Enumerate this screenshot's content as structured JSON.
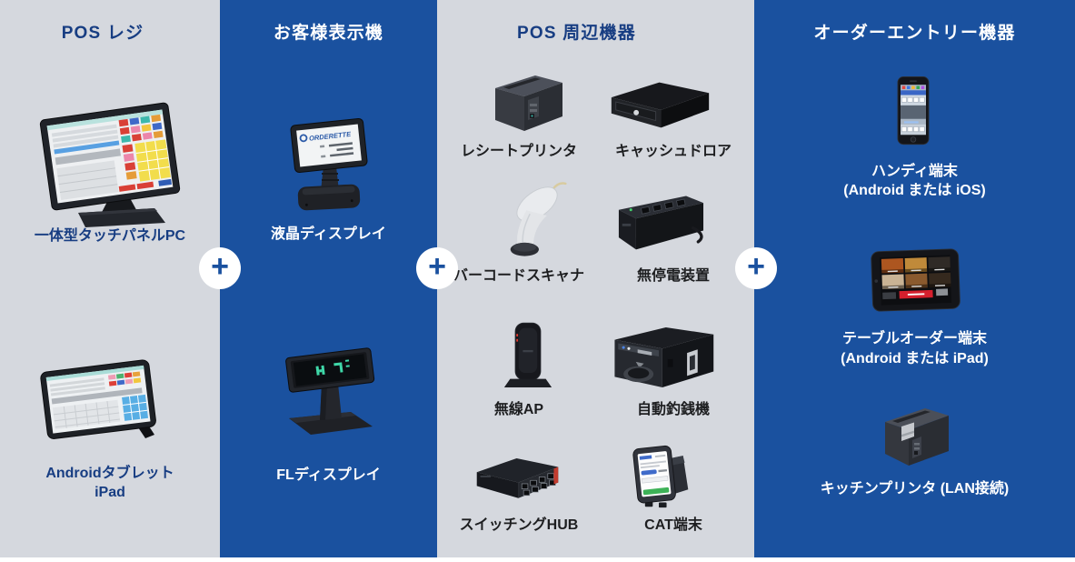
{
  "palette": {
    "light_column_bg": "#d5d8de",
    "blue_column_bg": "#1a519f",
    "navy_text": "#173d82",
    "black_text": "#1d1e20",
    "white_text": "#ffffff"
  },
  "plus": {
    "symbol": "+"
  },
  "columns": [
    {
      "id": "pos-register",
      "title": "POS レジ",
      "theme": "light",
      "items": [
        {
          "name": "touch-panel-pc",
          "label": "一体型タッチパネルPC"
        },
        {
          "name": "android-tablet",
          "label": "Androidタブレット",
          "sub": "iPad"
        }
      ]
    },
    {
      "id": "customer-display",
      "title": "お客様表示機",
      "theme": "dark",
      "items": [
        {
          "name": "lcd-display",
          "label": "液晶ディスプレイ",
          "screen_text": "ORDERETTE"
        },
        {
          "name": "fl-display",
          "label": "FLディスプレイ"
        }
      ]
    },
    {
      "id": "pos-peripherals",
      "title": "POS 周辺機器",
      "theme": "light",
      "items": [
        {
          "name": "receipt-printer",
          "label": "レシートプリンタ"
        },
        {
          "name": "cash-drawer",
          "label": "キャッシュドロア"
        },
        {
          "name": "barcode-scanner",
          "label": "バーコードスキャナ"
        },
        {
          "name": "ups",
          "label": "無停電装置"
        },
        {
          "name": "wireless-ap",
          "label": "無線AP"
        },
        {
          "name": "change-machine",
          "label": "自動釣銭機"
        },
        {
          "name": "switching-hub",
          "label": "スイッチングHUB"
        },
        {
          "name": "cat-terminal",
          "label": "CAT端末"
        }
      ]
    },
    {
      "id": "order-entry",
      "title": "オーダーエントリー機器",
      "theme": "dark",
      "items": [
        {
          "name": "handy-terminal",
          "label": "ハンディ端末",
          "sub": "(Android または iOS)"
        },
        {
          "name": "table-order-terminal",
          "label": "テーブルオーダー端末",
          "sub": "(Android または iPad)"
        },
        {
          "name": "kitchen-printer",
          "label": "キッチンプリンタ (LAN接続)"
        }
      ]
    }
  ]
}
